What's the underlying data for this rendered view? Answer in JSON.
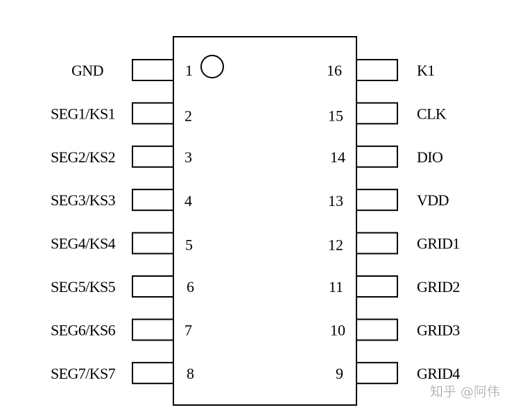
{
  "diagram": {
    "left_pins": [
      {
        "number": "1",
        "label": "GND"
      },
      {
        "number": "2",
        "label": "SEG1/KS1"
      },
      {
        "number": "3",
        "label": "SEG2/KS2"
      },
      {
        "number": "4",
        "label": "SEG3/KS3"
      },
      {
        "number": "5",
        "label": "SEG4/KS4"
      },
      {
        "number": "6",
        "label": "SEG5/KS5"
      },
      {
        "number": "7",
        "label": "SEG6/KS6"
      },
      {
        "number": "8",
        "label": "SEG7/KS7"
      }
    ],
    "right_pins": [
      {
        "number": "16",
        "label": "K1"
      },
      {
        "number": "15",
        "label": "CLK"
      },
      {
        "number": "14",
        "label": "DIO"
      },
      {
        "number": "13",
        "label": "VDD"
      },
      {
        "number": "12",
        "label": "GRID1"
      },
      {
        "number": "11",
        "label": "GRID2"
      },
      {
        "number": "10",
        "label": "GRID3"
      },
      {
        "number": "9",
        "label": "GRID4"
      }
    ]
  },
  "watermark": "知乎 @阿伟",
  "colors": {
    "line": "#000000",
    "text": "#000000",
    "background": "#ffffff",
    "watermark": "#9a9a9a"
  }
}
